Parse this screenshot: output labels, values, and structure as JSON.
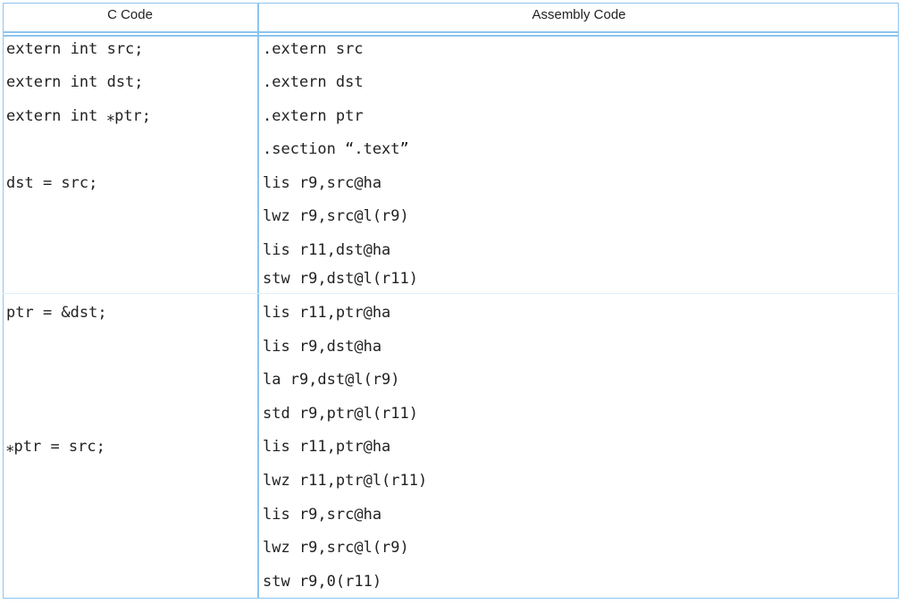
{
  "headers": {
    "c": "C Code",
    "asm": "Assembly Code"
  },
  "c_lines": [
    {
      "row": 0,
      "text": "extern int src;"
    },
    {
      "row": 1,
      "text": "extern int dst;"
    },
    {
      "row": 2,
      "text": "extern int ⁎ptr;"
    },
    {
      "row": 4,
      "text": "dst = src;"
    },
    {
      "row": 8,
      "text": "ptr = &dst;"
    },
    {
      "row": 12,
      "text": "⁎ptr = src;"
    }
  ],
  "asm_lines": [
    ".extern src",
    ".extern dst",
    ".extern ptr",
    ".section “.text”",
    "lis r9,src@ha",
    "lwz r9,src@l(r9)",
    "lis r11,dst@ha",
    "stw r9,dst@l(r11)",
    "lis r11,ptr@ha",
    "lis r9,dst@ha",
    "la r9,dst@l(r9)",
    "std r9,ptr@l(r11)",
    "lis r11,ptr@ha",
    "lwz r11,ptr@l(r11)",
    "lis r9,src@ha",
    "lwz r9,src@l(r9)",
    "stw r9,0(r11)"
  ]
}
